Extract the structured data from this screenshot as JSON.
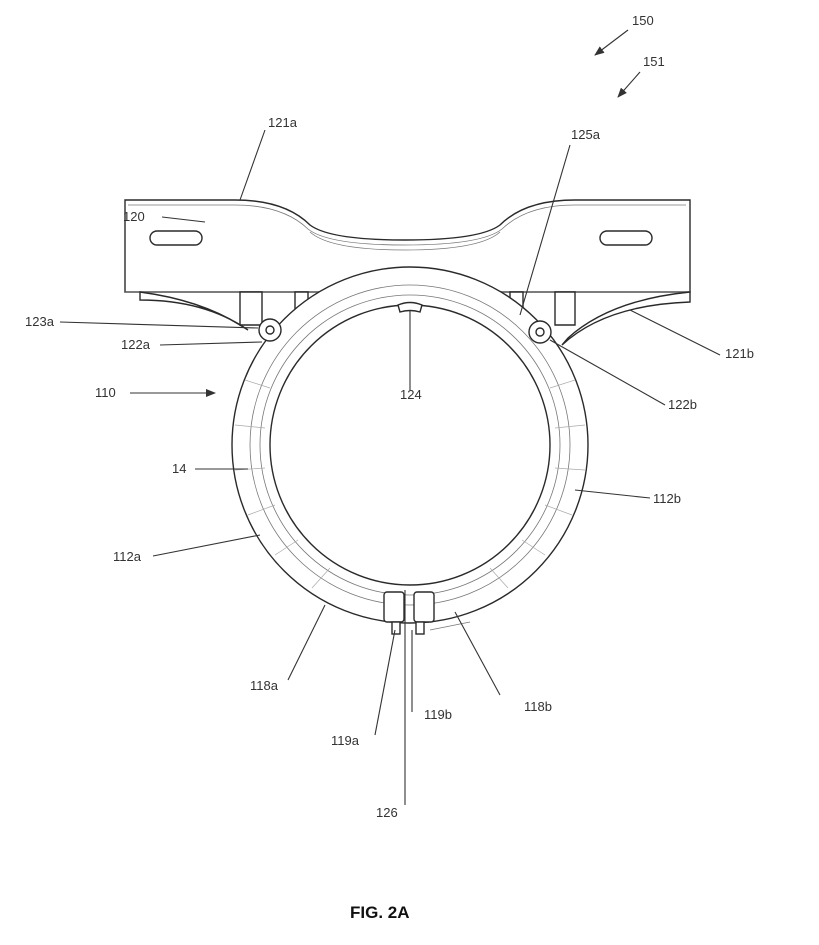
{
  "figure": {
    "caption": "FIG. 2A",
    "labels": {
      "l150": "150",
      "l151": "151",
      "l121a": "121a",
      "l125a": "125a",
      "l120": "120",
      "l123a": "123a",
      "l122a": "122a",
      "l124": "124",
      "l121b": "121b",
      "l110": "110",
      "l122b": "122b",
      "l14": "14",
      "l112b": "112b",
      "l112a": "112a",
      "l118a": "118a",
      "l119b": "119b",
      "l118b": "118b",
      "l119a": "119a",
      "l126": "126"
    }
  }
}
